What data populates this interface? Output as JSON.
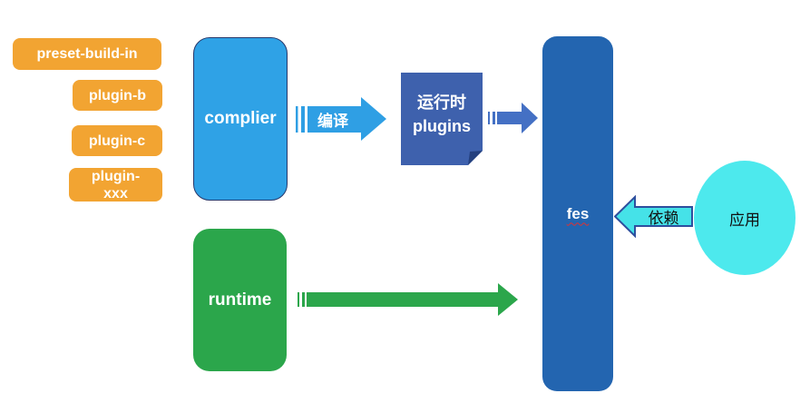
{
  "diagram": {
    "plugin_chips": [
      {
        "label": "preset-build-in"
      },
      {
        "label": "plugin-b"
      },
      {
        "label": "plugin-c"
      },
      {
        "label": "plugin-xxx"
      }
    ],
    "complier_node": {
      "label": "complier",
      "color": "#2FA2E6"
    },
    "runtime_node": {
      "label": "runtime",
      "color": "#2BA64B"
    },
    "runtime_plugins_node": {
      "label_line1": "运行时",
      "label_line2": "plugins",
      "color": "#3E61AD"
    },
    "fes_node": {
      "label": "fes",
      "color": "#2365B0"
    },
    "app_node": {
      "label": "应用",
      "color": "#4DE9ED"
    },
    "compile_arrow": {
      "label": "编译",
      "color": "#2FA2E6",
      "direction": "right"
    },
    "plugins_to_fes_arrow": {
      "color": "#4470C4",
      "direction": "right"
    },
    "runtime_to_fes_arrow": {
      "color": "#2BA64B",
      "direction": "right"
    },
    "depends_arrow": {
      "label": "依赖",
      "fill": "#45E2E8",
      "border": "#2E4F9E",
      "direction": "left"
    },
    "chip_color": "#F2A432",
    "background": "#ffffff"
  }
}
